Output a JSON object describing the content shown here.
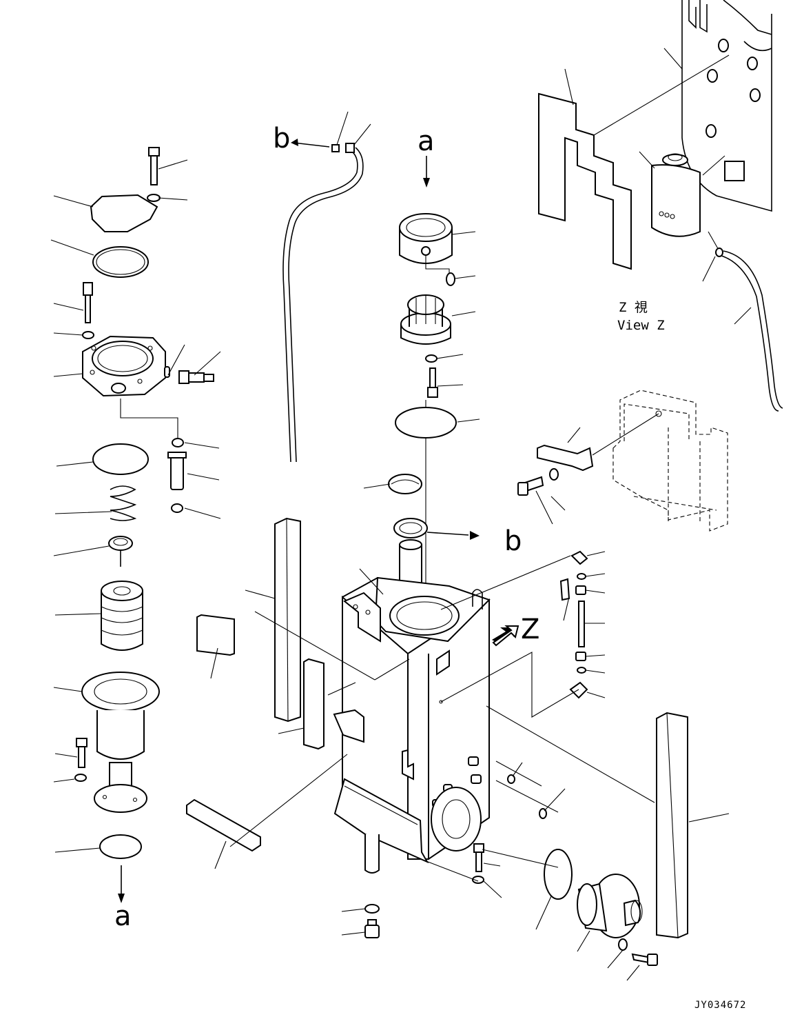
{
  "refs": {
    "a_top": "a",
    "a_bottom": "a",
    "b_top": "b",
    "b_right": "b",
    "z_arrow": "Z"
  },
  "view_label": {
    "line1": "Z 視",
    "line2": "View Z"
  },
  "drawing_code": "JY034672"
}
